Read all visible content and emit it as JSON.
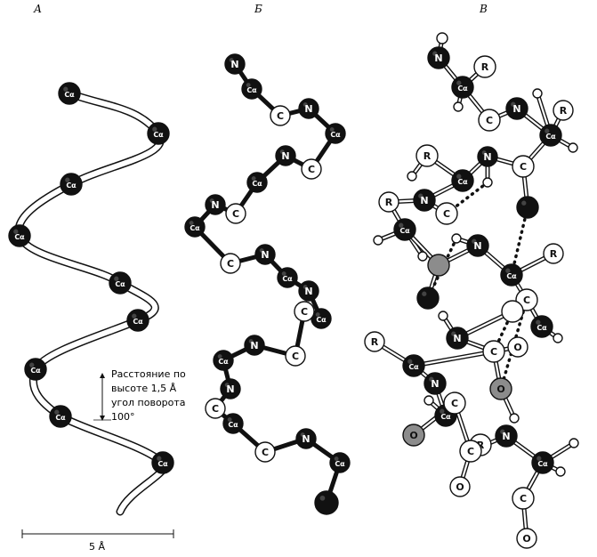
{
  "panels": {
    "a": {
      "label": "А"
    },
    "b": {
      "label": "Б"
    },
    "c": {
      "label": "В"
    }
  },
  "atom_labels": {
    "ca": "Cα",
    "c": "C",
    "n": "N",
    "o": "O",
    "r": "R"
  },
  "annotation": {
    "line1": "Расстояние по",
    "line2": "высоте 1,5 Å",
    "line3": "угол поворота",
    "line4": "100°"
  },
  "scale_bar": {
    "label": "5 Å"
  },
  "colors": {
    "atom_dark": "#111111",
    "atom_light": "#ffffff",
    "atom_gray": "#8c8c8c",
    "hbond": "#111111"
  }
}
